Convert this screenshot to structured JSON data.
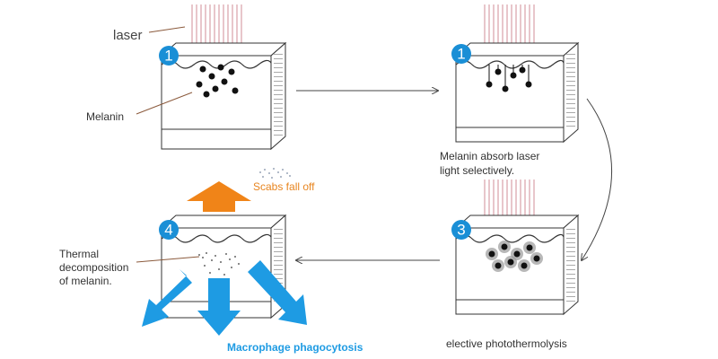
{
  "labels": {
    "laser": "laser",
    "melanin": "Melanin",
    "absorb_line1": "Melanin absorb laser",
    "absorb_line2": "light selectively.",
    "scabs": "Scabs fall off",
    "thermal_line1": "Thermal",
    "thermal_line2": "decomposition",
    "thermal_line3": "of melanin.",
    "macrophage": "Macrophage phagocytosis",
    "elective": "elective photothermolysis"
  },
  "steps": {
    "top_left": "1",
    "top_right": "1",
    "bottom_right": "3",
    "bottom_left": "4"
  },
  "colors": {
    "badge": "#1a8fd6",
    "laser_beam": "#d9a0a8",
    "arrow_up": "#f08418",
    "arrow_down": "#1e9be3",
    "melanin_dot": "#111111",
    "halo": "#9a9a9a"
  }
}
